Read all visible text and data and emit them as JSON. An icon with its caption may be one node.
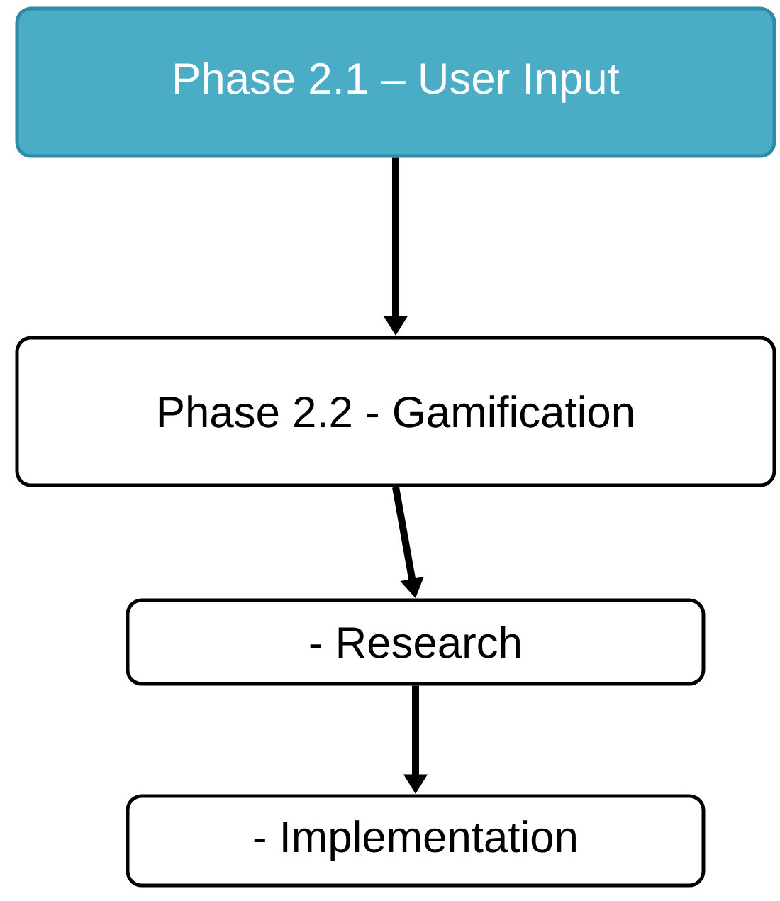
{
  "diagram": {
    "nodes": [
      {
        "text": [
          "Phase 2.1 – User Input"
        ]
      },
      {
        "text": [
          "Phase 2.2 - Gamification"
        ]
      },
      {
        "text": [
          "- Research"
        ]
      },
      {
        "text": [
          "- Implementation"
        ]
      }
    ],
    "edges": [
      {
        "from": 0,
        "to": 1,
        "arrow": "to"
      },
      {
        "from": 1,
        "to": 2,
        "arrow": "to"
      },
      {
        "from": 2,
        "to": 3,
        "arrow": "to"
      }
    ]
  }
}
